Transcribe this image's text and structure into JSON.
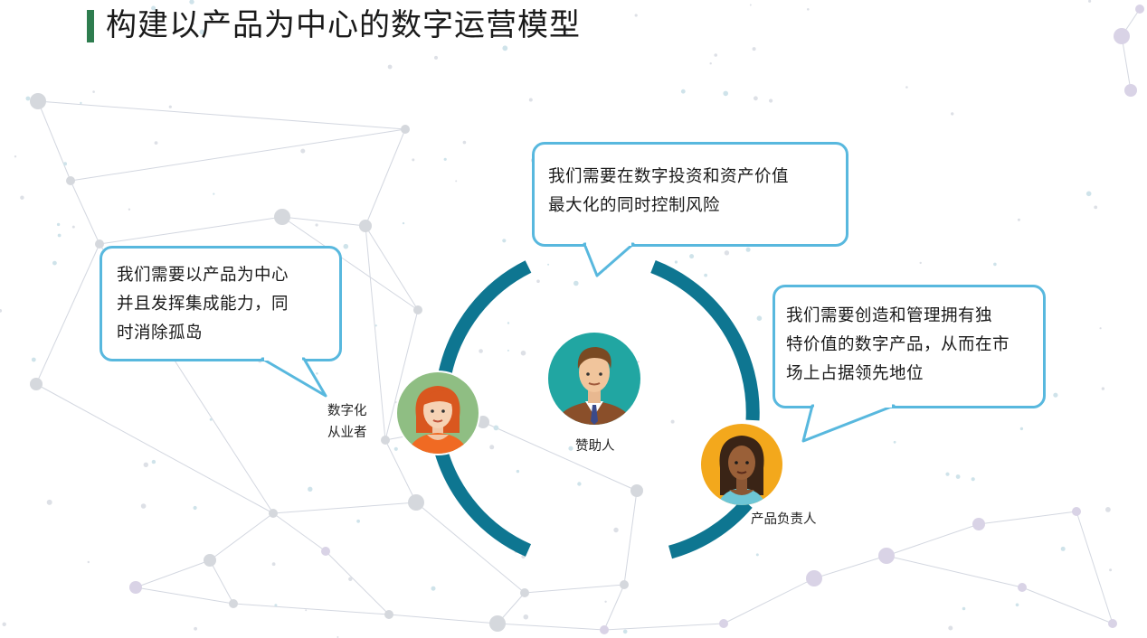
{
  "page": {
    "title": "构建以产品为中心的数字运营模型",
    "accent_color": "#2e7d4f"
  },
  "diagram": {
    "ring_color": "#0e7691",
    "bubble_border_color": "#58b8de",
    "bubbles": {
      "practitioner": {
        "lines": [
          "我们需要以产品为中心",
          "并且发挥集成能力，同",
          "时消除孤岛"
        ]
      },
      "sponsor": {
        "lines": [
          "我们需要在数字投资和资产价值",
          "最大化的同时控制风险"
        ]
      },
      "product_owner": {
        "lines": [
          "我们需要创造和管理拥有独",
          "特价值的数字产品，从而在市",
          "场上占据领先地位"
        ]
      }
    },
    "roles": {
      "practitioner": {
        "lines": [
          "数字化",
          "从业者"
        ],
        "avatar_icon": "woman-red-hair-icon"
      },
      "sponsor": {
        "lines": [
          "赞助人"
        ],
        "avatar_icon": "man-suit-icon"
      },
      "product_owner": {
        "lines": [
          "产品负责人"
        ],
        "avatar_icon": "woman-dark-hair-icon"
      }
    }
  }
}
